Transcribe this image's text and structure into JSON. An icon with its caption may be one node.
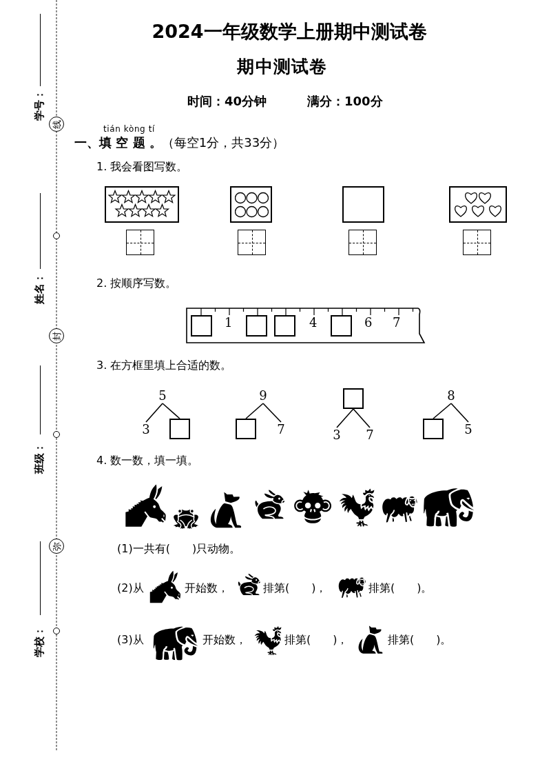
{
  "diagram": {
    "title": "2024一年级数学上册期中测试卷",
    "nodes": [
      {
        "text": [],
        "shape": "box"
      },
      {
        "text": [],
        "shape": "box"
      },
      {
        "text": [],
        "shape": "box"
      },
      {
        "text": [],
        "shape": "box"
      },
      {
        "text": [
          "5"
        ]
      },
      {
        "text": [
          "3"
        ]
      },
      {
        "text": [],
        "shape": "box"
      },
      {
        "text": [
          "9"
        ]
      },
      {
        "text": [],
        "shape": "box"
      },
      {
        "text": [
          "7"
        ]
      },
      {
        "text": [],
        "shape": "box"
      },
      {
        "text": [
          "3"
        ]
      },
      {
        "text": [
          "7"
        ]
      },
      {
        "text": [
          "8"
        ]
      },
      {
        "text": [],
        "shape": "box"
      },
      {
        "text": [
          "5"
        ]
      }
    ],
    "edges": [
      {
        "from": 4,
        "to": 5,
        "arrow": "none"
      },
      {
        "from": 4,
        "to": 6,
        "arrow": "none"
      },
      {
        "from": 7,
        "to": 8,
        "arrow": "none"
      },
      {
        "from": 7,
        "to": 9,
        "arrow": "none"
      },
      {
        "from": 10,
        "to": 11,
        "arrow": "none"
      },
      {
        "from": 10,
        "to": 12,
        "arrow": "none"
      },
      {
        "from": 13,
        "to": 14,
        "arrow": "none"
      },
      {
        "from": 13,
        "to": 15,
        "arrow": "none"
      }
    ],
    "labels": [
      "期中测试卷",
      "时间：40分钟",
      "满分：100分",
      "tián kòng tí",
      "**一、填 空 题 。**（每空1分，共33分）",
      "1. 我会看图写数。",
      "2. 按顺序写数。",
      "1",
      "4",
      "6",
      "7",
      "3. 在方框里填上合适的数。",
      "4. 数一数，填一填。",
      "(1)一共有(　　)只动物。",
      "(2)从",
      "开始数，",
      "排第(　　)，",
      "排第(　　)。",
      "(3)从",
      "开始数，",
      "排第(　　)，",
      "排第(　　)。",
      "学号：",
      "线",
      "姓名：",
      "封",
      "班级：",
      "弥",
      "学校："
    ]
  }
}
